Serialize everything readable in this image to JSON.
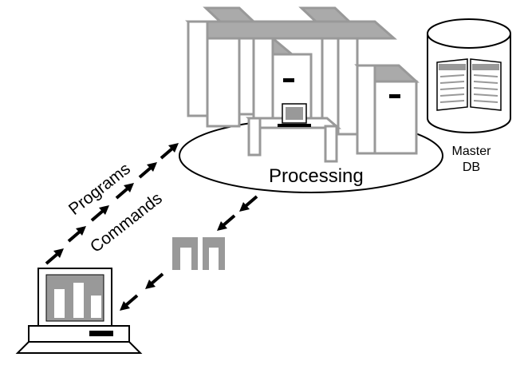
{
  "labels": {
    "processing": "Processing",
    "programs": "Programs",
    "commands": "Commands",
    "master_line1": "Master",
    "master_line2": "DB"
  },
  "colors": {
    "stroke": "#000000",
    "mainframe_fill": "#ffffff",
    "mainframe_stroke": "#999999",
    "mainframe_top": "#aaaaaa",
    "gray": "#999999",
    "screen": "#999999",
    "background": "#ffffff"
  },
  "icons": {
    "mainframe": "mainframe-cabinets-icon",
    "database": "database-cylinder-icon",
    "terminal": "desktop-computer-icon",
    "report": "report-output-icon"
  }
}
